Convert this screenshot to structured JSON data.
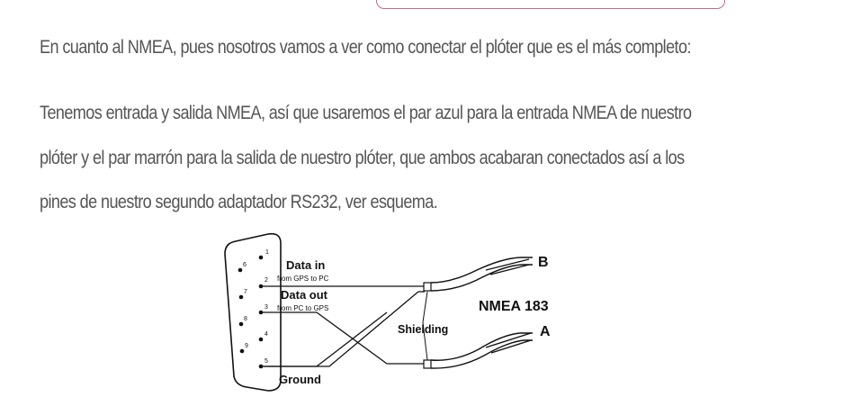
{
  "top_box_color": "#c8688a",
  "paragraphs": {
    "intro": "En cuanto al NMEA, pues nosotros vamos a ver como conectar el plóter que es el más completo:",
    "wiring_lines": [
      "Tenemos entrada y salida NMEA, así que usaremos el par azul para la entrada NMEA de nuestro",
      "plóter y el par marrón para la salida de nuestro plóter, que ambos acabaran conectados así a los",
      "pines de nuestro segundo adaptador RS232, ver esquema."
    ]
  },
  "diagram": {
    "pins_left": [
      "1",
      "2",
      "3",
      "4",
      "5"
    ],
    "pins_right": [
      "6",
      "7",
      "8",
      "9"
    ],
    "data_in": "Data in",
    "data_in_sub": "from GPS to PC",
    "data_out": "Data out",
    "data_out_sub": "from PC to GPS",
    "shielding": "Shielding",
    "nmea": "NMEA 183",
    "wire_b": "B",
    "wire_a": "A",
    "ground": "Ground"
  }
}
